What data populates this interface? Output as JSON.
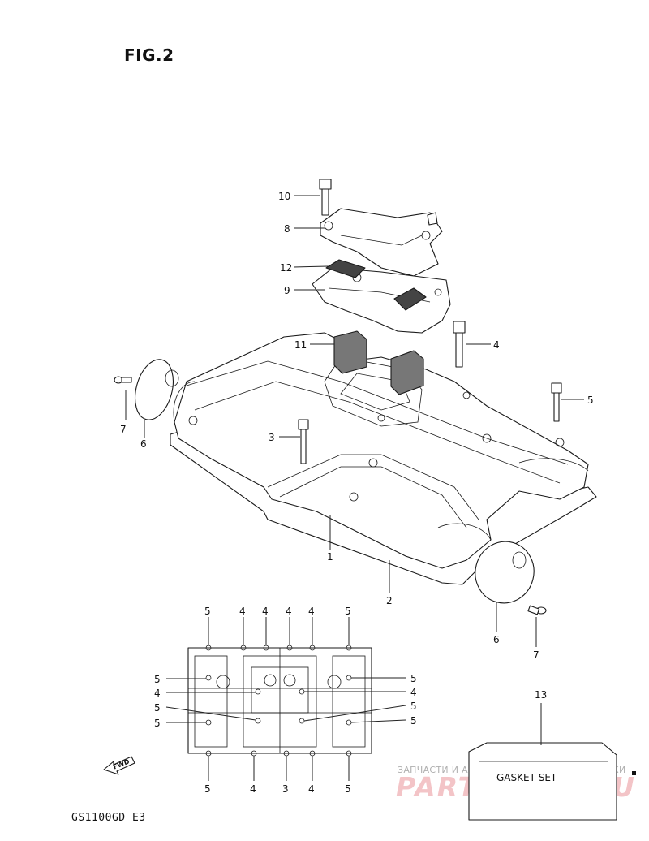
{
  "figure_title": "FIG.2",
  "model_code": "GS1100GD E3",
  "gasket_set_label": "GASKET SET",
  "fwd_label": "FWD",
  "watermark": {
    "line1": "ЗАПЧАСТИ И АКСЕССУАРЫ ДЛЯ МОТОТЕХНИКИ",
    "line2": "PARTS-FOR.RU"
  },
  "callouts": {
    "c1": "1",
    "c2": "2",
    "c3": "3",
    "c4": "4",
    "c5": "5",
    "c6a": "6",
    "c6b": "6",
    "c7a": "7",
    "c7b": "7",
    "c8": "8",
    "c9": "9",
    "c10": "10",
    "c11": "11",
    "c12": "12",
    "c13": "13",
    "c4b": "4",
    "c5b": "5"
  },
  "bolt_pattern": {
    "top": [
      "5",
      "4",
      "4",
      "4",
      "4",
      "5"
    ],
    "bottom": [
      "5",
      "4",
      "3",
      "4",
      "5"
    ],
    "left": [
      "5",
      "4",
      "5",
      "5"
    ],
    "right": [
      "5",
      "4",
      "5",
      "5"
    ]
  }
}
